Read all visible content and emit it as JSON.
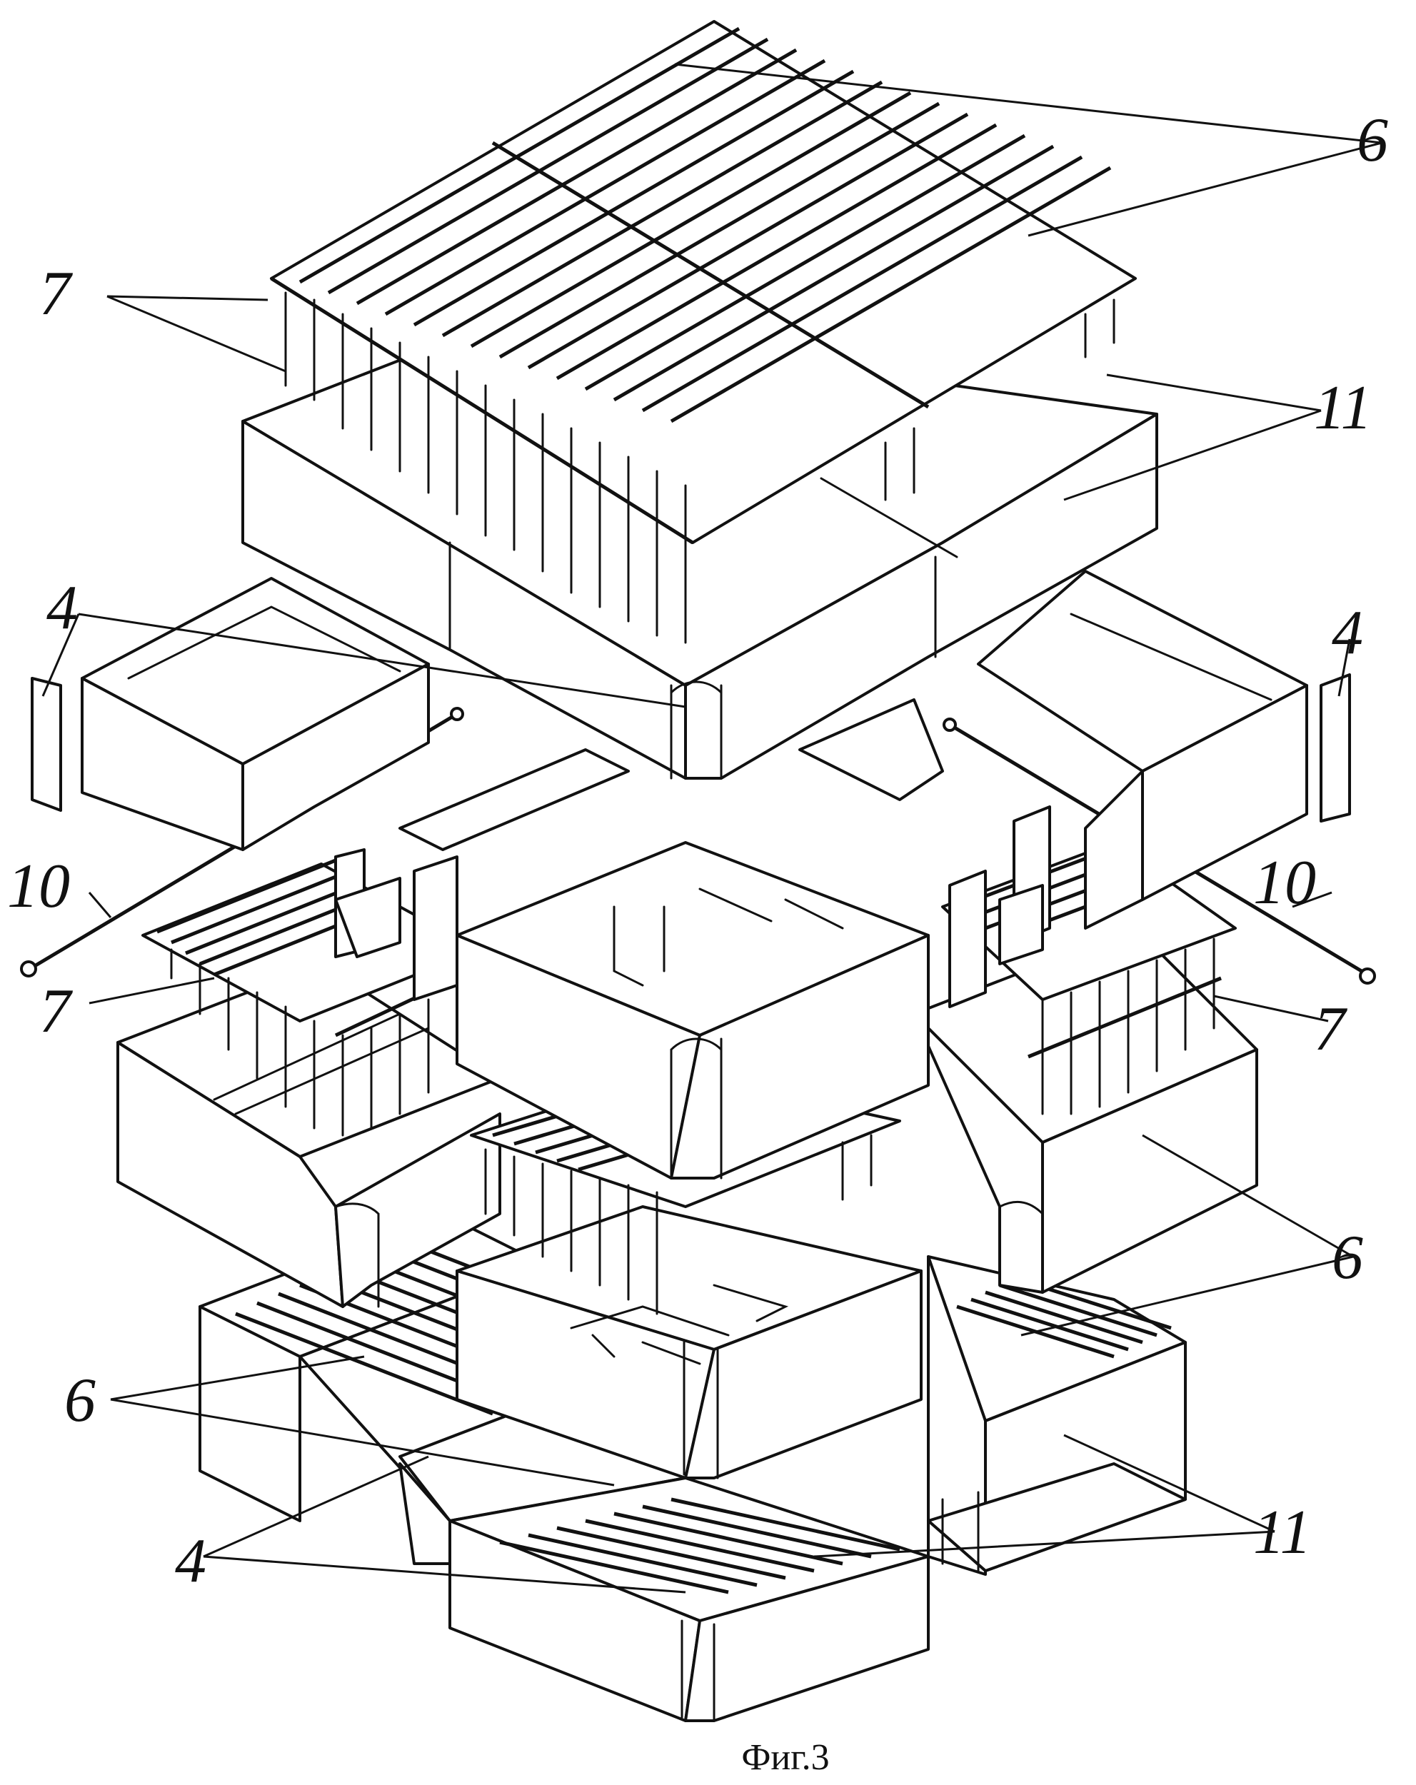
{
  "figure": {
    "caption": "Фиг.3",
    "labels": {
      "n4": "4",
      "n6": "6",
      "n7": "7",
      "n10": "10",
      "n11": "11"
    }
  }
}
